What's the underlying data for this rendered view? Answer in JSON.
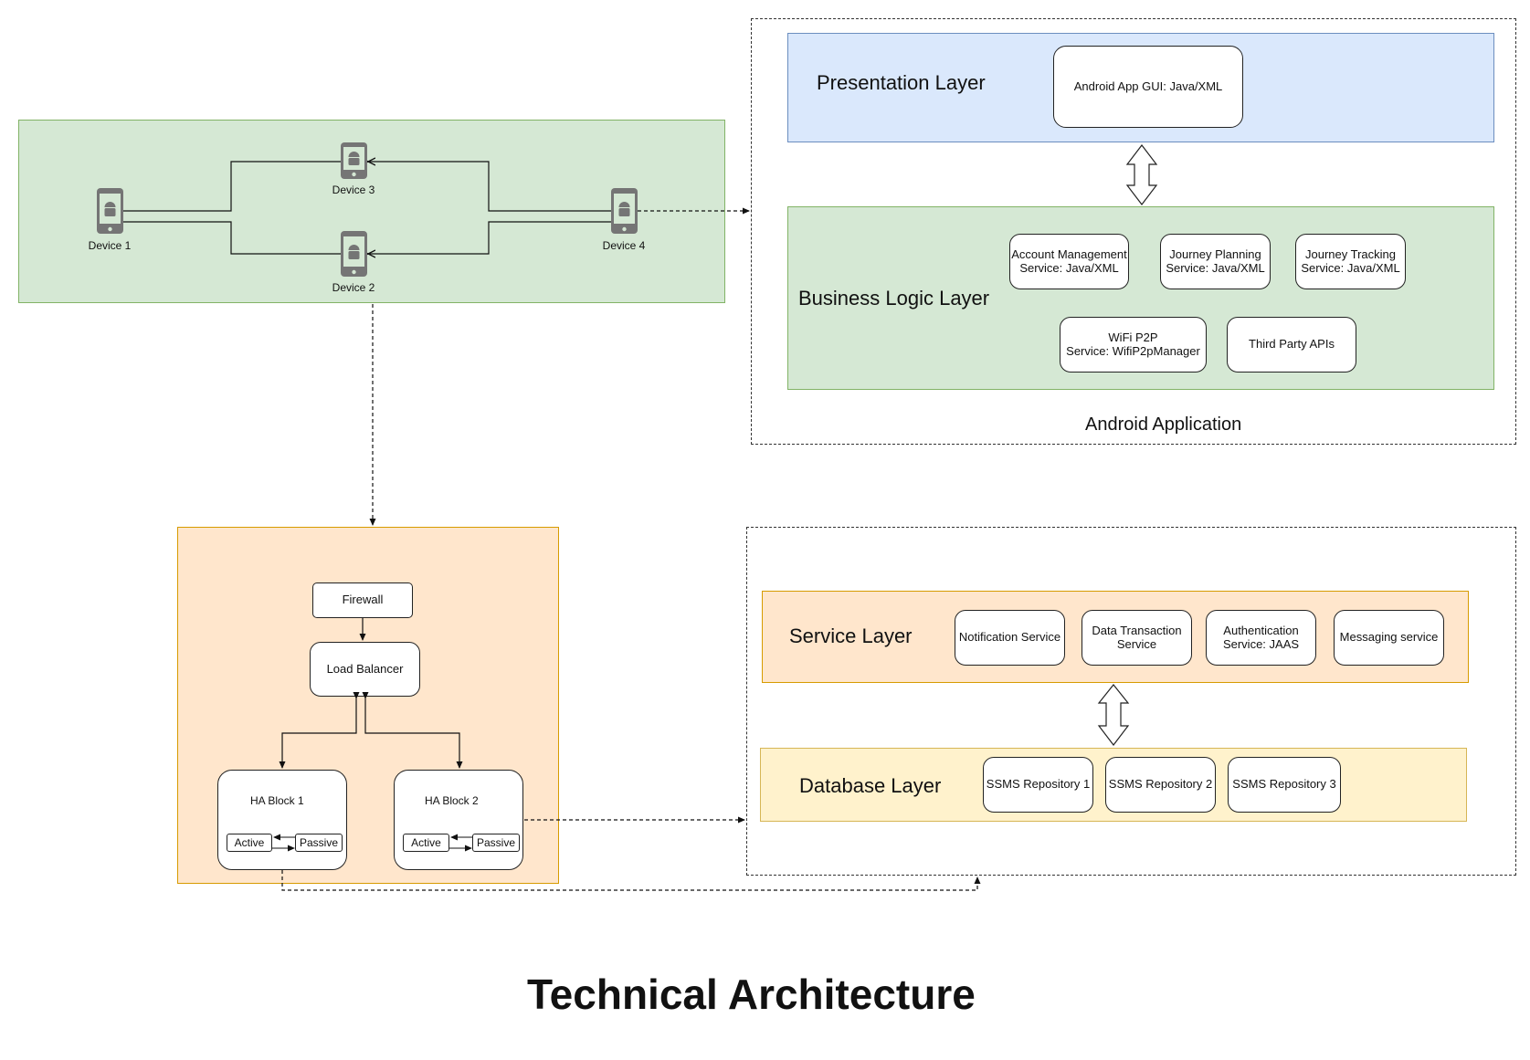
{
  "title": "Technical Architecture",
  "colors": {
    "green_fill": "#d5e8d4",
    "green_border": "#82b366",
    "blue_fill": "#dae8fc",
    "blue_border": "#6c8ebf",
    "orange_fill": "#ffe6cc",
    "orange_border": "#d79b00",
    "yellow_fill": "#fff2cc",
    "yellow_border": "#d6b656",
    "device_gray": "#757575"
  },
  "devices": {
    "device1": "Device 1",
    "device2": "Device 2",
    "device3": "Device 3",
    "device4": "Device 4"
  },
  "infrastructure": {
    "firewall": "Firewall",
    "load_balancer": "Load Balancer",
    "ha_block_1": {
      "label": "HA Block 1",
      "active": "Active",
      "passive": "Passive"
    },
    "ha_block_2": {
      "label": "HA Block 2",
      "active": "Active",
      "passive": "Passive"
    }
  },
  "android_app": {
    "caption": "Android Application",
    "presentation": {
      "title": "Presentation Layer",
      "box": "Android App GUI: Java/XML"
    },
    "business": {
      "title": "Business Logic Layer",
      "boxes": [
        "Account Management\nService: Java/XML",
        "Journey Planning\nService: Java/XML",
        "Journey Tracking\nService: Java/XML",
        "WiFi P2P\nService: WifiP2pManager",
        "Third Party APIs"
      ]
    }
  },
  "backend": {
    "service": {
      "title": "Service Layer",
      "boxes": [
        "Notification Service",
        "Data Transaction\nService",
        "Authentication\nService: JAAS",
        "Messaging service"
      ]
    },
    "database": {
      "title": "Database Layer",
      "boxes": [
        "SSMS Repository 1",
        "SSMS Repository 2",
        "SSMS Repository 3"
      ]
    }
  }
}
